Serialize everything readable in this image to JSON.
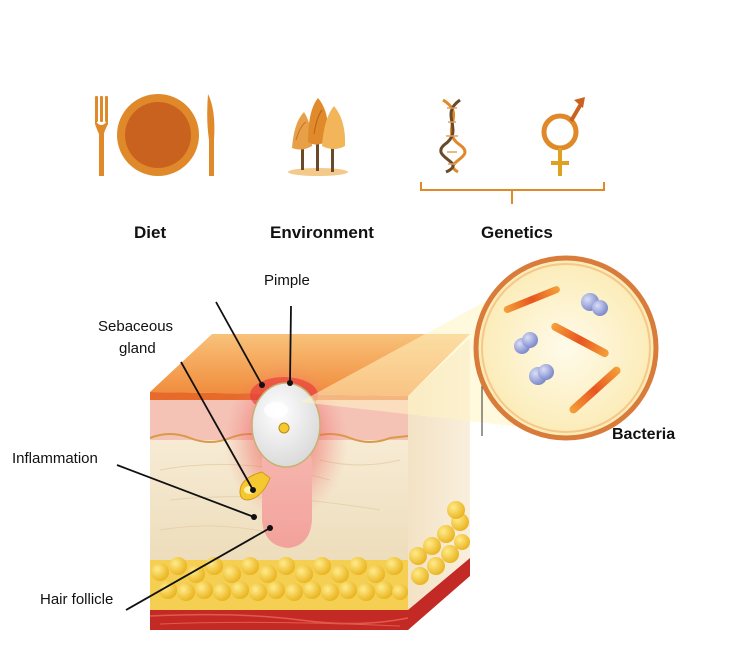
{
  "categories": {
    "diet": "Diet",
    "environment": "Environment",
    "genetics": "Genetics"
  },
  "annotations": {
    "pimple": "Pimple",
    "sebaceous_line1": "Sebaceous",
    "sebaceous_line2": "gland",
    "inflammation": "Inflammation",
    "hair_follicle": "Hair follicle",
    "bacteria": "Bacteria"
  },
  "icons": {
    "diet": [
      "fork-icon",
      "plate-icon",
      "knife-icon"
    ],
    "environment": [
      "trees-icon"
    ],
    "genetics": [
      "dna-icon",
      "gender-symbol-icon"
    ]
  },
  "colors": {
    "icon_orange": "#E0892B",
    "plate_inner": "#C9621F",
    "skin_top": "#F08A3A",
    "fat_yellow": "#F5C730",
    "muscle_red": "#C42A25",
    "bacteria_rod": "#E8561F",
    "cocci_blue": "#8E9BD6",
    "lens_bg": "#FFF6D6"
  }
}
